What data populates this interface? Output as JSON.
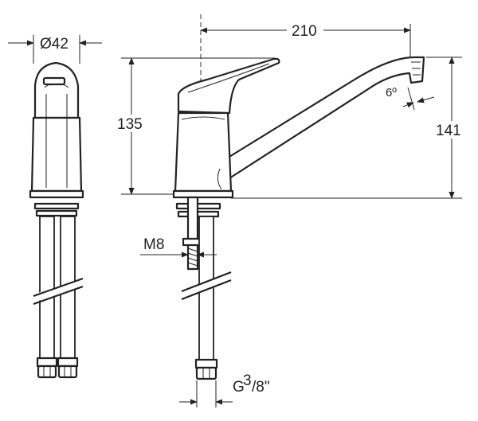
{
  "dimensions": {
    "diameter": "Ø42",
    "reach": "210",
    "body_height": "135",
    "total_height": "141",
    "spout_angle": "6º",
    "stud_thread": "M8",
    "connection_prefix": "G",
    "connection_num": "3",
    "connection_rest": "/8\""
  }
}
